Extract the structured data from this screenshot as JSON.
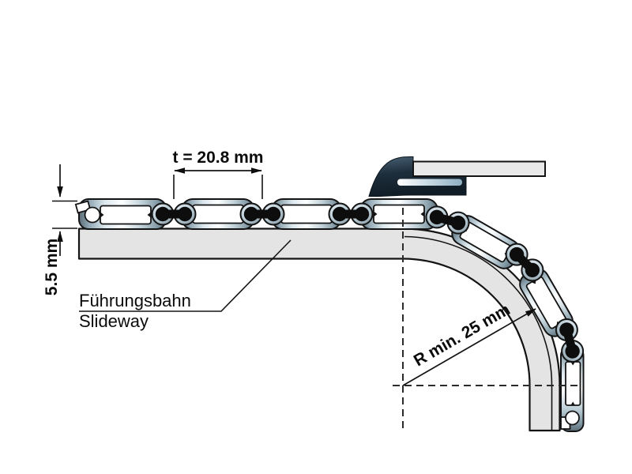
{
  "labels": {
    "pitch": "t = 20.8 mm",
    "thickness": "5.5 mm",
    "slideway_de": "Führungsbahn",
    "slideway_en": "Slideway",
    "radius": "R min. 25 mm"
  },
  "colors": {
    "background": "#ffffff",
    "outline": "#141414",
    "slideway_fill": "#e4e4e4",
    "guide_bar_fill": "#e9e9e9",
    "joint_black": "#0d0d0d",
    "steel_dark": "#5a6c76",
    "steel_light": "#fdfeff",
    "bracket_dark": "#16242e",
    "bracket_highlight": "#8fb0c4"
  }
}
